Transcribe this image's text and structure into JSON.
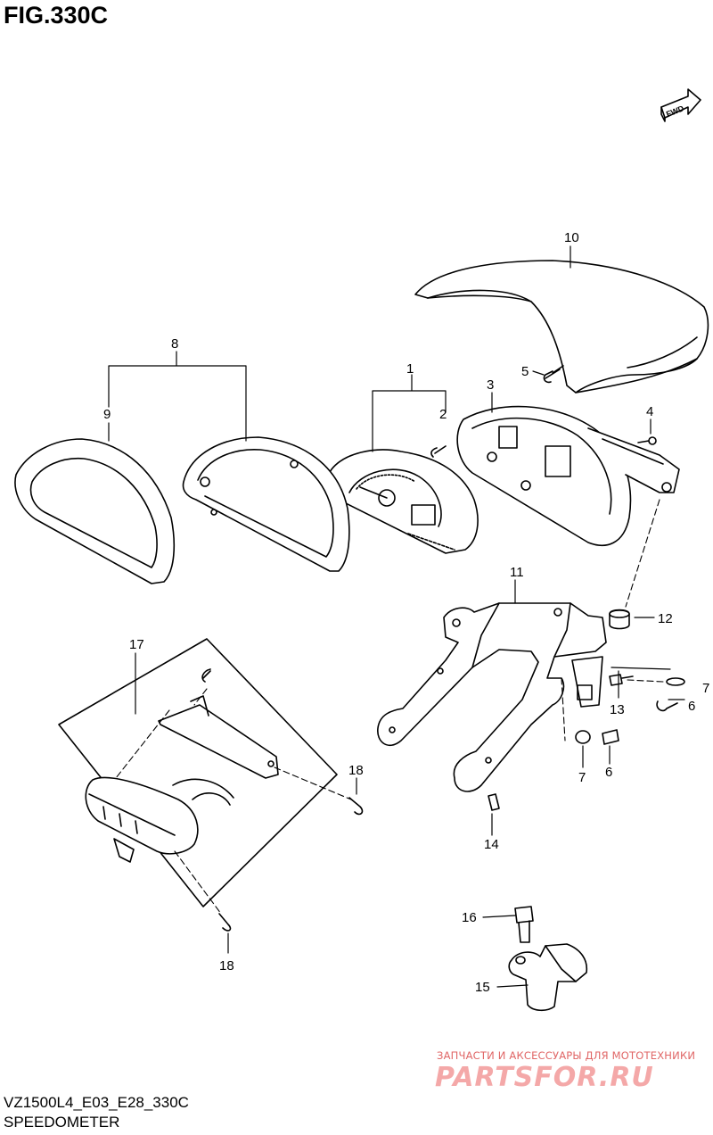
{
  "figure": {
    "title": "FIG.330C",
    "direction_badge": "FWD"
  },
  "footer": {
    "model_code": "VZ1500L4_E03_E28_330C",
    "section_name": "SPEEDOMETER"
  },
  "watermark": {
    "tagline": "ЗАПЧАСТИ И АКСЕССУАРЫ ДЛЯ МОТОТЕХНИКИ",
    "logo_text": "PARTSFOR.RU"
  },
  "callouts": {
    "c1": "1",
    "c2": "2",
    "c3": "3",
    "c4": "4",
    "c5": "5",
    "c6a": "6",
    "c6b": "6",
    "c7a": "7",
    "c7b": "7",
    "c8": "8",
    "c9": "9",
    "c10": "10",
    "c11": "11",
    "c12": "12",
    "c13": "13",
    "c14": "14",
    "c15": "15",
    "c16": "16",
    "c17": "17",
    "c18a": "18",
    "c18b": "18"
  }
}
